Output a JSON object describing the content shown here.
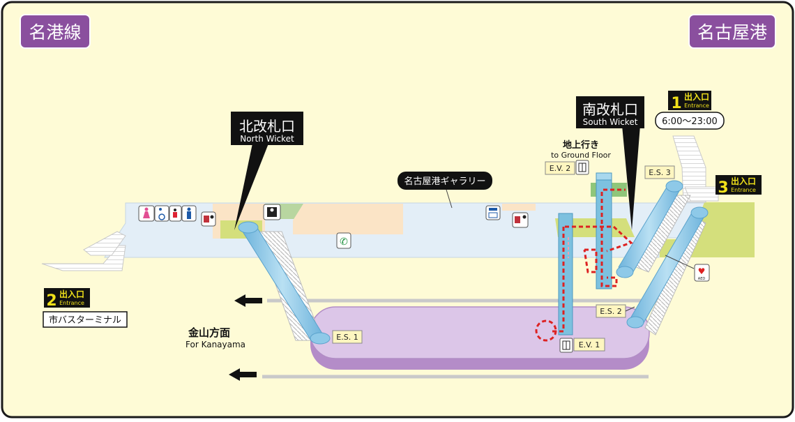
{
  "line_badge": "名港線",
  "station_badge": "名古屋港",
  "wickets": {
    "north": {
      "ja": "北改札口",
      "en": "North Wicket"
    },
    "south": {
      "ja": "南改札口",
      "en": "South Wicket"
    }
  },
  "entrances": {
    "e1": {
      "num": "1",
      "ja": "出入口",
      "en": "Entrance",
      "hours": "6:00～23:00"
    },
    "e2": {
      "num": "2",
      "ja": "出入口",
      "en": "Entrance",
      "note": "市バスターミナル"
    },
    "e3": {
      "num": "3",
      "ja": "出入口",
      "en": "Entrance"
    }
  },
  "gallery": "名古屋港ギャラリー",
  "to_ground": {
    "ja": "地上行き",
    "en": "to Ground Floor"
  },
  "direction": {
    "ja": "金山方面",
    "en": "For Kanayama"
  },
  "labels": {
    "ev1": "E.V. 1",
    "ev2": "E.V. 2",
    "es1": "E.S. 1",
    "es2": "E.S. 2",
    "es3": "E.S. 3",
    "aed": "AED"
  },
  "icons": [
    "women-toilet-icon",
    "accessible-toilet-icon",
    "family-toilet-icon",
    "men-toilet-icon",
    "ticket-machine-icon",
    "station-office-icon",
    "phone-icon",
    "fare-adjustment-icon",
    "elevator-icon",
    "aed-icon",
    "arrow-left-icon"
  ],
  "colors": {
    "background": "#fefbd6",
    "badge": "#8a4f9e",
    "concourse": "#e3eef7",
    "platform": "#c8a8d8",
    "escalator": "#8ec9e8",
    "green_zone": "#d4df7c",
    "accessible_route": "#dd2222",
    "label_box": "#fef6c0",
    "entrance_label": "#f1e21a"
  }
}
